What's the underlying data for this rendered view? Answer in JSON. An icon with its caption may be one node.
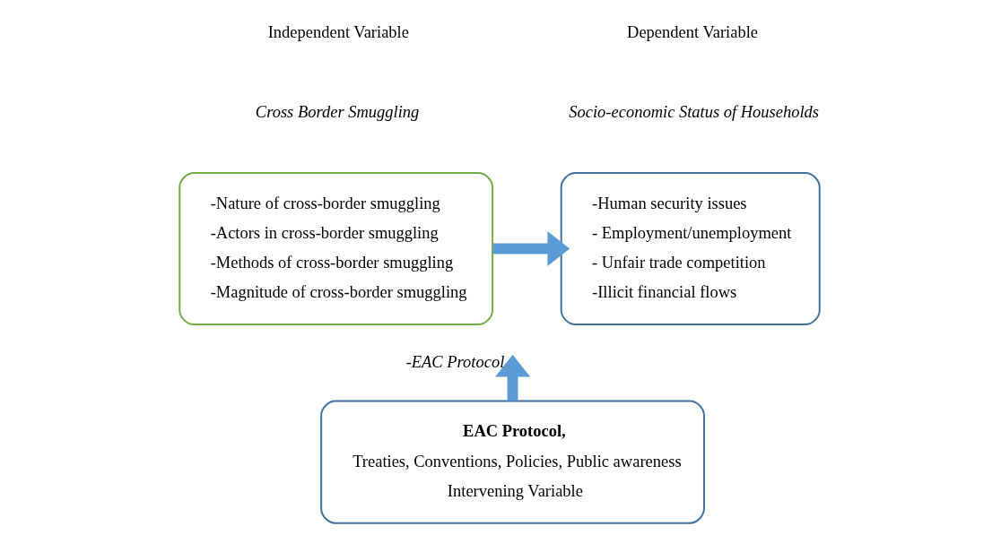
{
  "diagram": {
    "nodes": [
      {
        "text": [
          "-Nature of cross-border smuggling",
          "-Actors in cross-border smuggling",
          "-Methods of cross-border smuggling",
          "-Magnitude of cross-border smuggling"
        ]
      },
      {
        "text": [
          "-Human security issues",
          "- Employment/unemployment",
          "- Unfair trade competition",
          "-Illicit financial flows"
        ]
      },
      {
        "text": [
          "EAC Protocol,",
          "Treaties, Conventions, Policies, Public awareness",
          "Intervening Variable"
        ]
      }
    ],
    "edges": [
      {
        "from": 0,
        "to": 1,
        "arrow": "to"
      },
      {
        "from": 2,
        "to": null,
        "arrow": "to",
        "label": "-EAC Protocol"
      }
    ],
    "labels": [
      "Independent Variable",
      "Dependent Variable",
      "Cross Border Smuggling",
      "Socio-economic Status of Households"
    ]
  }
}
